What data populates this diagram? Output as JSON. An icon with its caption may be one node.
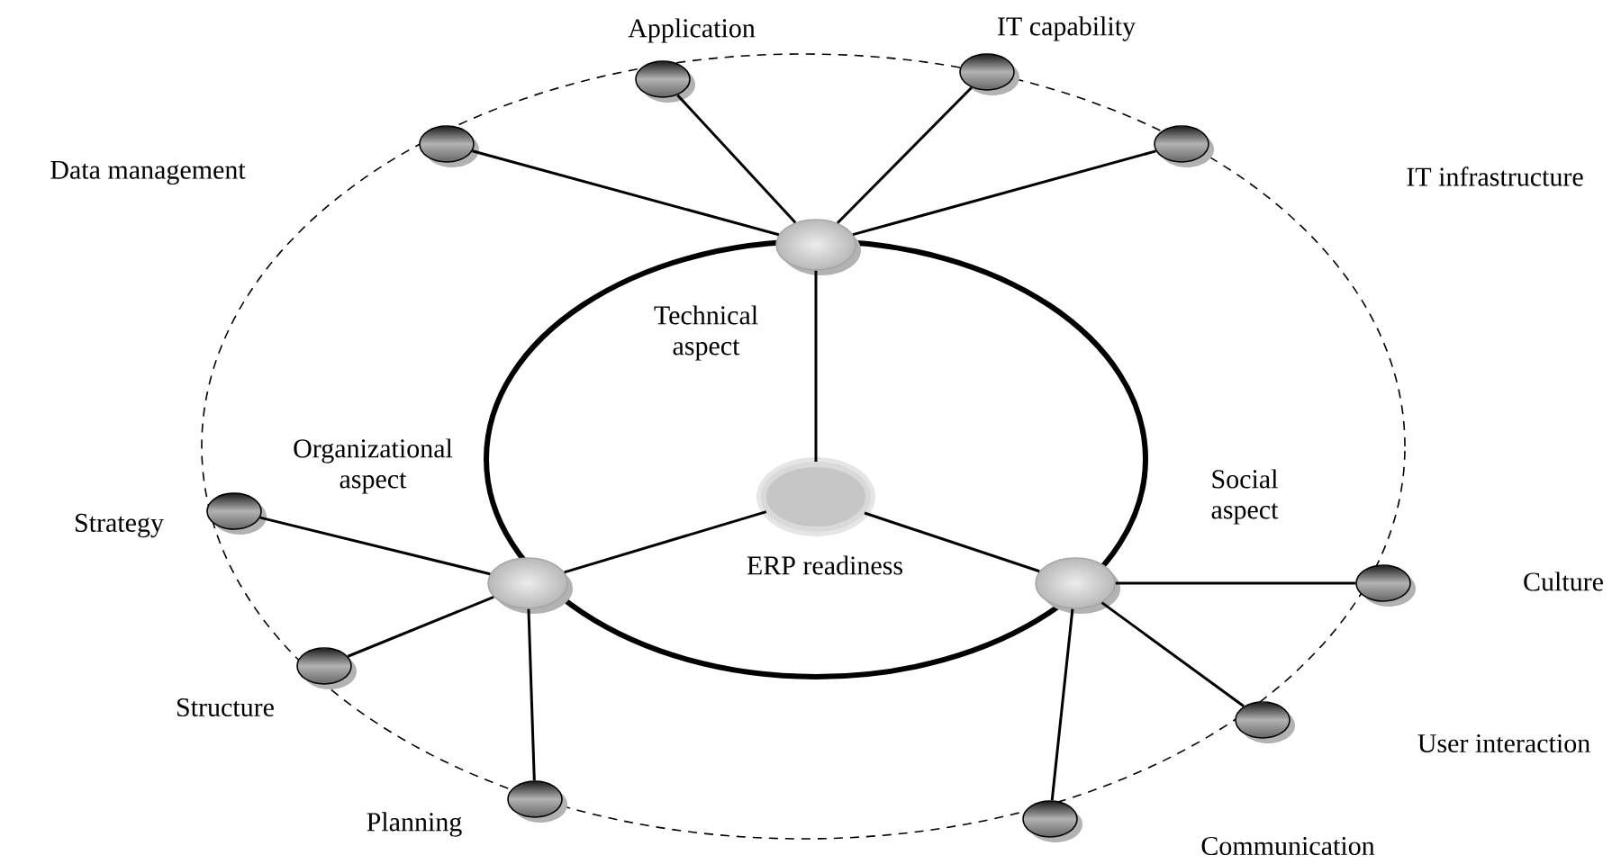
{
  "diagram": {
    "nodes": [
      {
        "text": [],
        "shape": "ellipse",
        "beside": [
          "ERP readiness"
        ]
      },
      {
        "text": [],
        "shape": "ellipse",
        "beside": [
          "Technical aspect"
        ]
      },
      {
        "text": [],
        "shape": "ellipse",
        "beside": [
          "Organizational aspect"
        ]
      },
      {
        "text": [],
        "shape": "ellipse",
        "beside": [
          "Social aspect"
        ]
      },
      {
        "text": [],
        "shape": "ellipse"
      },
      {
        "text": [],
        "shape": "ellipse",
        "beside": [
          "Application"
        ]
      },
      {
        "text": [],
        "shape": "ellipse",
        "beside": [
          "IT capability"
        ]
      },
      {
        "text": [],
        "shape": "ellipse"
      },
      {
        "text": [],
        "shape": "ellipse",
        "beside": [
          "Strategy"
        ]
      },
      {
        "text": [],
        "shape": "ellipse",
        "beside": [
          "Structure"
        ]
      },
      {
        "text": [],
        "shape": "ellipse",
        "beside": [
          "Planning"
        ]
      },
      {
        "text": [],
        "shape": "ellipse"
      },
      {
        "text": [],
        "shape": "ellipse"
      },
      {
        "text": [],
        "shape": "ellipse"
      }
    ],
    "labels": [
      "Data management",
      "IT infrastructure",
      "Culture",
      "User interaction",
      "Communication"
    ],
    "edges": [
      {
        "from": 0,
        "to": 1,
        "arrow": "none"
      },
      {
        "from": 0,
        "to": 2,
        "arrow": "none"
      },
      {
        "from": 0,
        "to": 3,
        "arrow": "none"
      },
      {
        "from": 1,
        "to": 4,
        "arrow": "none"
      },
      {
        "from": 1,
        "to": 5,
        "arrow": "none"
      },
      {
        "from": 1,
        "to": 6,
        "arrow": "none"
      },
      {
        "from": 1,
        "to": 7,
        "arrow": "none"
      },
      {
        "from": 2,
        "to": 8,
        "arrow": "none"
      },
      {
        "from": 2,
        "to": 9,
        "arrow": "none"
      },
      {
        "from": 2,
        "to": 10,
        "arrow": "none"
      },
      {
        "from": 3,
        "to": 11,
        "arrow": "none"
      },
      {
        "from": 3,
        "to": 12,
        "arrow": "none"
      },
      {
        "from": 3,
        "to": 13,
        "arrow": "none"
      }
    ]
  }
}
